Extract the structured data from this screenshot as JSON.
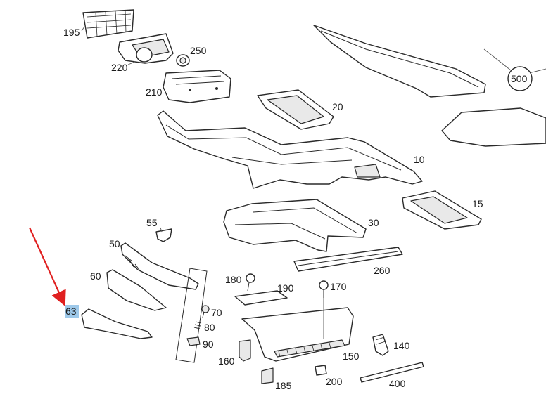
{
  "diagram": {
    "callouts": {
      "c195": "195",
      "c220": "220",
      "c250": "250",
      "c210": "210",
      "c500": "500",
      "c20": "20",
      "c10": "10",
      "c15": "15",
      "c55": "55",
      "c50": "50",
      "c30": "30",
      "c260": "260",
      "c60": "60",
      "c180": "180",
      "c190": "190",
      "c170": "170",
      "c63": "63",
      "c70": "70",
      "c80": "80",
      "c90": "90",
      "c140": "140",
      "c160": "160",
      "c150": "150",
      "c185": "185",
      "c200": "200",
      "c400": "400"
    },
    "highlighted_callout": "63",
    "colors": {
      "highlight": "#9ec9ea",
      "arrow": "#e02020",
      "line": "#2a2a2a"
    }
  }
}
